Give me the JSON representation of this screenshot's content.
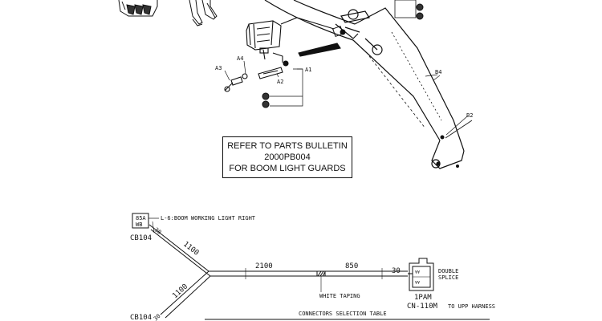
{
  "note": {
    "line1": "REFER TO PARTS BULLETIN",
    "line2": "2000PB004",
    "line3": "FOR BOOM LIGHT GUARDS"
  },
  "callouts": {
    "a1": "A1",
    "a2": "A2",
    "a3": "A3",
    "a4": "A4",
    "b2": "B2",
    "b4": "B4"
  },
  "harness": {
    "connector_top_code1": "85A",
    "connector_top_code2": "WB",
    "connector_top_label": "CB104",
    "connector_bottom_label": "CB104",
    "circuit_label": "L-6:BOOM WORKING LIGHT RIGHT",
    "len_top_30": "30",
    "len_top_1100": "1100",
    "len_bottom_1100": "1100",
    "len_bottom_30": "30",
    "len_2100": "2100",
    "len_850": "850",
    "len_end_30": "30",
    "taping_note": "WHITE TAPING",
    "splice_note1": "DOUBLE",
    "splice_note2": "SPLICE",
    "end_code1": "1PAM",
    "end_code2": "CN-110M",
    "end_note": "TO UPP HARNESS",
    "table_title": "CONNECTORS SELECTION TABLE"
  }
}
